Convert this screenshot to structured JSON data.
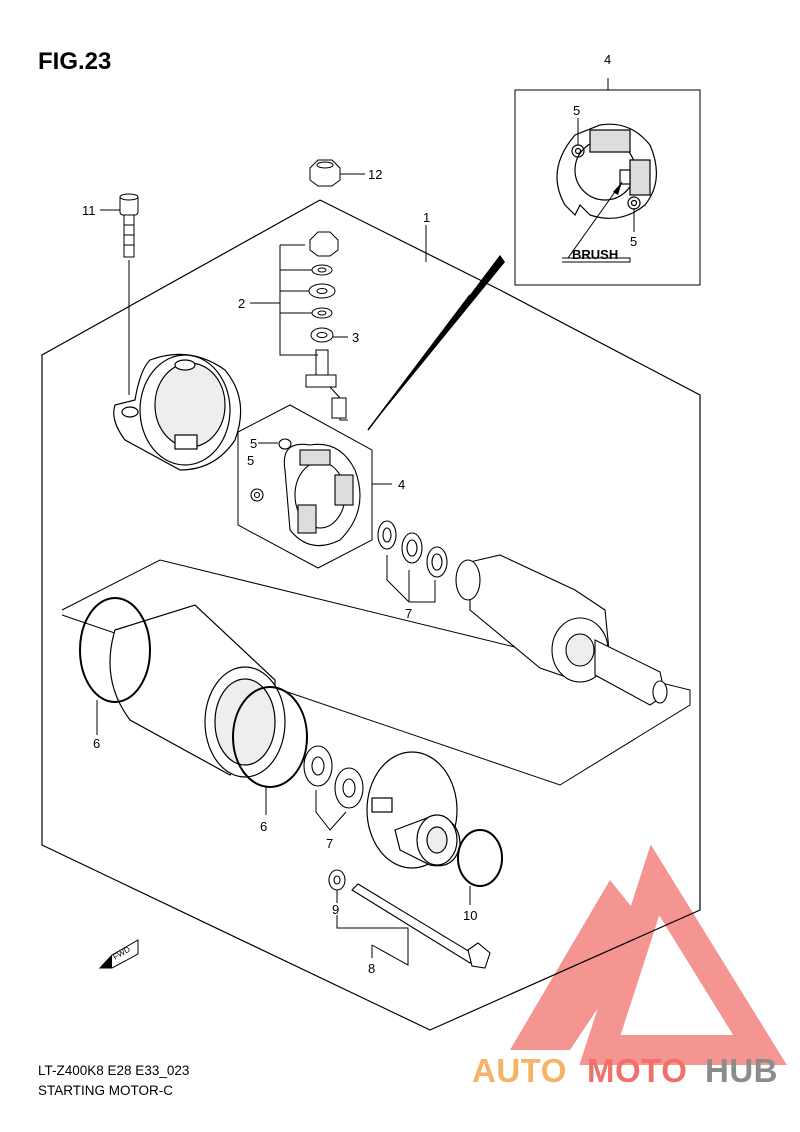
{
  "figure_title": "FIG.23",
  "callouts": {
    "c1": "1",
    "c2": "2",
    "c3": "3",
    "c4_inset": "4",
    "c4_main": "4",
    "c5_inset_top": "5",
    "c5_inset_bottom": "5",
    "c5_main_a": "5",
    "c5_main_b": "5",
    "c6_left": "6",
    "c6_right": "6",
    "c7_upper": "7",
    "c7_lower": "7",
    "c8": "8",
    "c9": "9",
    "c10": "10",
    "c11": "11",
    "c12": "12"
  },
  "inset_label": "BRUSH",
  "fwd_label": "FWD",
  "footer": {
    "model_code": "LT-Z400K8 E28 E33_023",
    "section_name": "STARTING MOTOR-C"
  },
  "watermark": {
    "part1": "AUTO",
    "part2": "MOTO",
    "part3": "HUB",
    "color_orange": "#f7b267",
    "color_red": "#f2706a",
    "color_gray": "#8c8c8c"
  }
}
